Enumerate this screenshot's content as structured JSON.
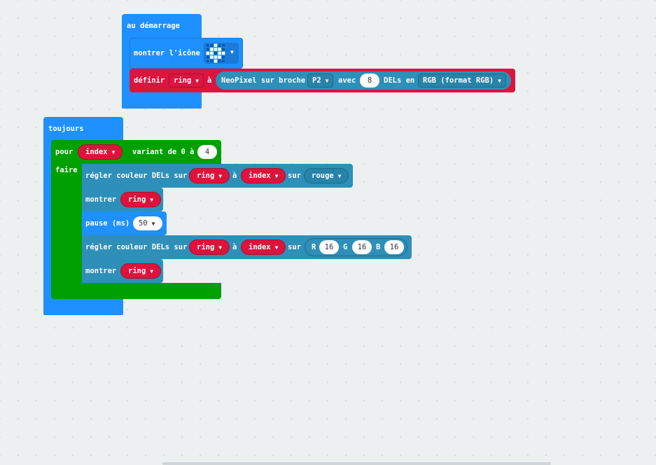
{
  "on_start": {
    "hat_label": "au démarrage",
    "show_icon": {
      "label": "montrer l'icône",
      "icon": "small-diamond-icon"
    },
    "set_var": {
      "label": "définir",
      "var": "ring",
      "to": "à",
      "neopixel_label": "NeoPixel sur broche",
      "pin": "P2",
      "with_label": "avec",
      "count": "8",
      "leds_label": "DELs en",
      "mode": "RGB (format RGB)"
    }
  },
  "forever": {
    "hat_label": "toujours",
    "loop": {
      "for_label": "pour",
      "var": "index",
      "range_label": "variant de 0 à",
      "max": "4",
      "do_label": "faire"
    },
    "block1": {
      "label": "régler couleur DELs sur",
      "strip": "ring",
      "at": "à",
      "index": "index",
      "on": "sur",
      "color": "rouge"
    },
    "block2": {
      "label": "montrer",
      "strip": "ring"
    },
    "block3": {
      "label": "pause (ms)",
      "value": "50"
    },
    "block4": {
      "label": "régler couleur DELs sur",
      "strip": "ring",
      "at": "à",
      "index": "index",
      "on": "sur",
      "r_label": "R",
      "r": "16",
      "g_label": "G",
      "g": "16",
      "b_label": "B",
      "b": "16"
    },
    "block5": {
      "label": "montrer",
      "strip": "ring"
    }
  },
  "colors": {
    "basic_blue": "#1e90ff",
    "loop_green": "#00a000",
    "variable_red": "#dc143c",
    "neopixel_teal": "#2e8fb8",
    "workspace": "#ecf0f1"
  }
}
